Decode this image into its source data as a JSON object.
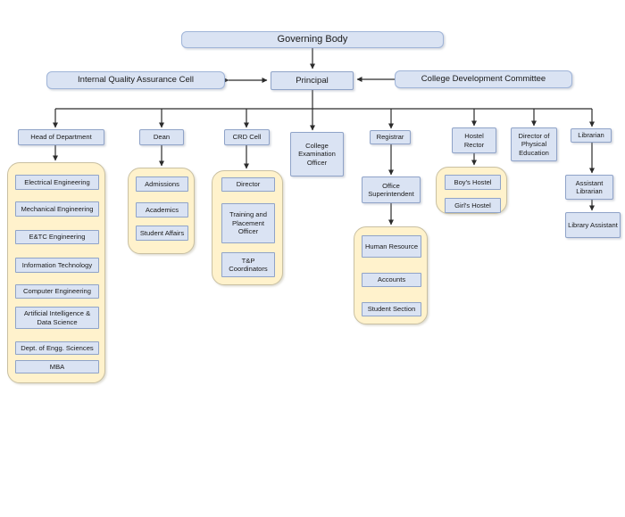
{
  "org": {
    "governing_body": "Governing Body",
    "iqac": "Internal Quality Assurance Cell",
    "principal": "Principal",
    "cdc": "College Development Committee",
    "hod": {
      "label": "Head of Department",
      "departments": [
        "Electrical Engineering",
        "Mechanical Engineering",
        "E&TC Engineering",
        "Information Technology",
        "Computer Engineering",
        "Artificial Intelligence & Data Science",
        "Dept. of Engg. Sciences",
        "MBA"
      ]
    },
    "dean": {
      "label": "Dean",
      "sections": [
        "Admissions",
        "Academics",
        "Student Affairs"
      ]
    },
    "crd": {
      "label": "CRD Cell",
      "sections": [
        "Director",
        "Training and Placement Officer",
        "T&P Coordinators"
      ]
    },
    "exam_officer": "College Examination Officer",
    "registrar": {
      "label": "Registrar",
      "superintendent": "Office Superintendent",
      "sections": [
        "Human Resource",
        "Accounts",
        "Student Section"
      ]
    },
    "hostel": {
      "label": "Hostel Rector",
      "hostels": [
        "Boy's Hostel",
        "Girl's Hostel"
      ]
    },
    "physical_education": "Director of Physical Education",
    "library": {
      "label": "Librarian",
      "assistant_librarian": "Assistant Librarian",
      "library_assistant": "Library Assistant"
    }
  },
  "colors": {
    "node_fill": "#dae3f3",
    "node_border": "#8fa3c8",
    "group_fill": "#fff2cc",
    "group_border": "#c9c0a2",
    "line": "#2b2b2b",
    "background": "#ffffff"
  }
}
